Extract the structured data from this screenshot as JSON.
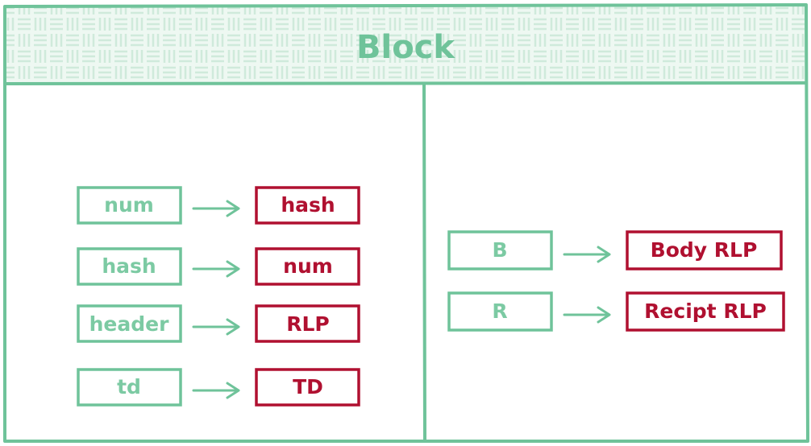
{
  "title": "Block",
  "colors": {
    "frame": "#6fc39a",
    "key_text": "#7ccaa3",
    "value": "#b01030",
    "header_fill": "#e3f3ea"
  },
  "left_panel": {
    "rows": [
      {
        "key": "num",
        "value": "hash"
      },
      {
        "key": "hash",
        "value": "num"
      },
      {
        "key": "header",
        "value": "RLP"
      },
      {
        "key": "td",
        "value": "TD"
      }
    ]
  },
  "right_panel": {
    "rows": [
      {
        "key": "B",
        "value": "Body RLP"
      },
      {
        "key": "R",
        "value": "Recipt RLP"
      }
    ]
  }
}
